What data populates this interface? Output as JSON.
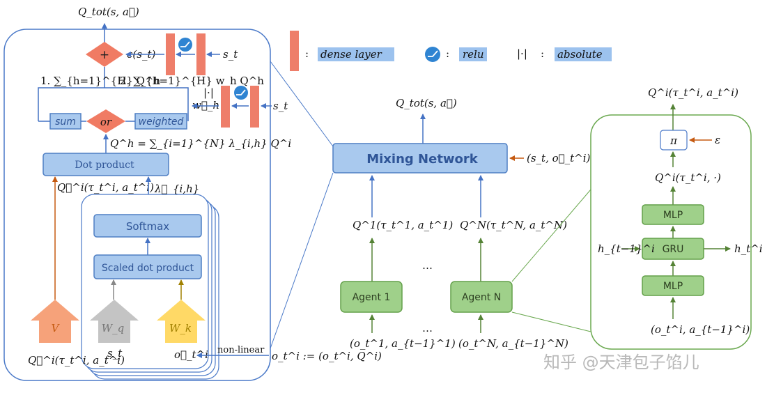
{
  "left_panel": {
    "q_tot": "Q_tot(s, a⃗)",
    "plus": "+",
    "c_st": "c(s_t)",
    "s_t_top": "s_t",
    "formula_1": "1. ∑_{h=1}^{H} Q^h",
    "formula_2": "2. ∑_{h=1}^{H} w_h Q^h",
    "abs_label": "|·|",
    "w_h": "w⃗_h",
    "s_t_mid": "s_t",
    "sum": "sum",
    "or": "or",
    "weighted": "weighted",
    "qh_formula": "Q^h = ∑_{i=1}^{N} λ_{i,h} Q^i",
    "dot_product": "Dot product",
    "qi_vec": "Q⃗^i(τ_t^i, a_t^i)",
    "lambda": "λ⃗_{i,h}",
    "softmax": "Softmax",
    "scaled_dot": "Scaled dot product",
    "v": "V",
    "wq": "W_q",
    "wk": "W_k",
    "qi_bottom": "Q⃗^i(τ_t^i, a_t^i)",
    "s_t_bottom": "s_t",
    "o_t": "o⃗_t^i",
    "non_linear": "non-linear",
    "o_def": "o_t^i := (o_t^i, Q^i)"
  },
  "legend": {
    "dense": "dense layer",
    "relu": "relu",
    "abs_symbol": "|·|",
    "absolute": "absolute",
    "colon": ":"
  },
  "middle_panel": {
    "q_tot": "Q_tot(s, a⃗)",
    "mixing_network": "Mixing Network",
    "mixing_input": "(s_t, o⃗_t^i)",
    "q1": "Q^1(τ_t^1, a_t^1)",
    "qn": "Q^N(τ_t^N, a_t^N)",
    "dots_mid": "…",
    "agent_1": "Agent 1",
    "agent_n": "Agent N",
    "dots_bottom": "…",
    "in_1": "(o_t^1, a_{t−1}^1)",
    "in_n": "(o_t^N, a_{t−1}^N)"
  },
  "right_panel": {
    "q_out": "Q^i(τ_t^i, a_t^i)",
    "pi": "π",
    "epsilon": "ε",
    "q_dot": "Q^i(τ_t^i, ·)",
    "mlp_top": "MLP",
    "gru": "GRU",
    "mlp_bottom": "MLP",
    "h_prev": "h_{t−1}^i",
    "h_next": "h_t^i",
    "input": "(o_t^i, a_{t−1}^i)"
  },
  "watermark": "知乎 @天津包子馅儿",
  "colors": {
    "panel_blue": "#4a79c8",
    "panel_green": "#6aa84f",
    "box_blue": "#a9c9ee",
    "box_green": "#9fd08a",
    "dense": "#ee7e6a",
    "operator": "#f07b63",
    "relu": "#2f84d2",
    "legend_highlight": "#9cc2ee",
    "arrow_blue": "#4472c4",
    "arrow_green": "#548235",
    "arrow_orange": "#c55a11",
    "v_arrow": "#f6a27a",
    "wq_arrow": "#c4c4c4",
    "wk_arrow": "#ffd966"
  }
}
